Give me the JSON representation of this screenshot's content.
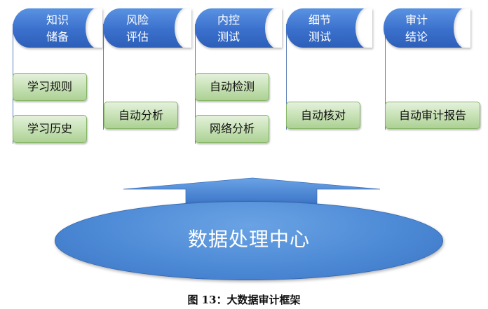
{
  "stages": [
    {
      "line1": "知识",
      "line2": "储备",
      "items": [
        "学习规则",
        "学习历史"
      ]
    },
    {
      "line1": "风险",
      "line2": "评估",
      "items": [
        "自动分析"
      ]
    },
    {
      "line1": "内控",
      "line2": "测试",
      "items": [
        "自动检测",
        "网络分析"
      ]
    },
    {
      "line1": "细节",
      "line2": "测试",
      "items": [
        "自动核对"
      ]
    },
    {
      "line1": "审计",
      "line2": "结论",
      "items": [
        "自动审计报告"
      ]
    }
  ],
  "center": {
    "label": "数据处理中心"
  },
  "caption": "图 13：大数据审计框架",
  "colors": {
    "header_blue": "#3a70cc",
    "box_green": "#c8e2b6",
    "center_blue": "#4d8ad6",
    "label_white": "#ffffff"
  }
}
